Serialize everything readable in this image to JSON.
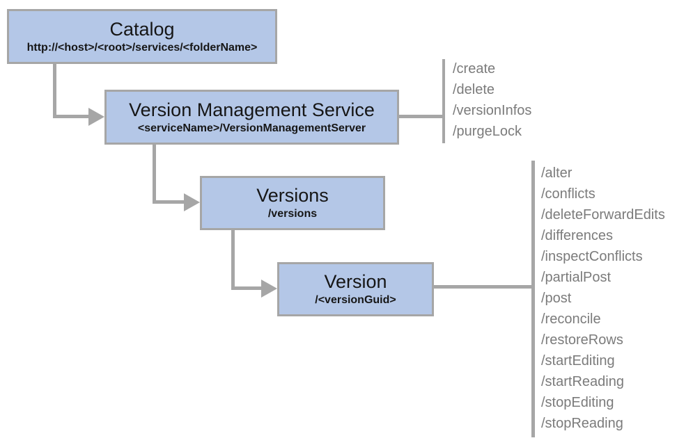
{
  "nodes": {
    "catalog": {
      "title": "Catalog",
      "subtitle": "http://<host>/<root>/services/<folderName>"
    },
    "vms": {
      "title": "Version Management Service",
      "subtitle": "<serviceName>/VersionManagementServer"
    },
    "versions": {
      "title": "Versions",
      "subtitle": "/versions"
    },
    "version": {
      "title": "Version",
      "subtitle": "/<versionGuid>"
    }
  },
  "endpoints": {
    "vms": {
      "items": [
        "/create",
        "/delete",
        "/versionInfos",
        "/purgeLock"
      ]
    },
    "version": {
      "items": [
        "/alter",
        "/conflicts",
        "/deleteForwardEdits",
        "/differences",
        "/inspectConflicts",
        "/partialPost",
        "/post",
        "/reconcile",
        "/restoreRows",
        "/startEditing",
        "/startReading",
        "/stopEditing",
        "/stopReading"
      ]
    }
  },
  "colors": {
    "node_fill": "#b4c7e7",
    "node_border": "#a6a6a6",
    "connector": "#a6a6a6",
    "endpoint_text": "#7b7b7b",
    "title_text": "#161616",
    "background": "#ffffff"
  }
}
